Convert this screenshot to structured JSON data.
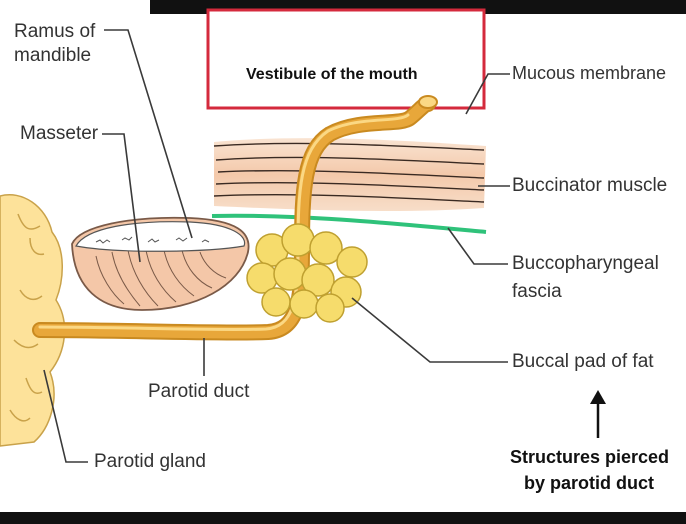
{
  "diagram": {
    "labels": {
      "vestibule": "Vestibule of the mouth",
      "ramus_line1": "Ramus of",
      "ramus_line2": "mandible",
      "masseter": "Masseter",
      "mucous_membrane": "Mucous membrane",
      "buccinator": "Buccinator muscle",
      "buccopharyngeal_line1": "Buccopharyngeal",
      "buccopharyngeal_line2": "fascia",
      "buccal_pad": "Buccal pad of fat",
      "parotid_duct": "Parotid duct",
      "parotid_gland": "Parotid gland",
      "structures_line1": "Structures pierced",
      "structures_line2": "by parotid duct"
    },
    "colors": {
      "duct": "#e8a73a",
      "duct_highlight": "#fbd884",
      "gland": "#fde29a",
      "gland_outline": "#c9a24a",
      "fat": "#f6dc6c",
      "fat_outline": "#bfa030",
      "mucous_membrane": "#d42a3c",
      "muscle": "#f3c6a6",
      "fascia": "#2fc27a",
      "leader": "#3a3a3a",
      "bottom_bar": "#111111"
    }
  }
}
